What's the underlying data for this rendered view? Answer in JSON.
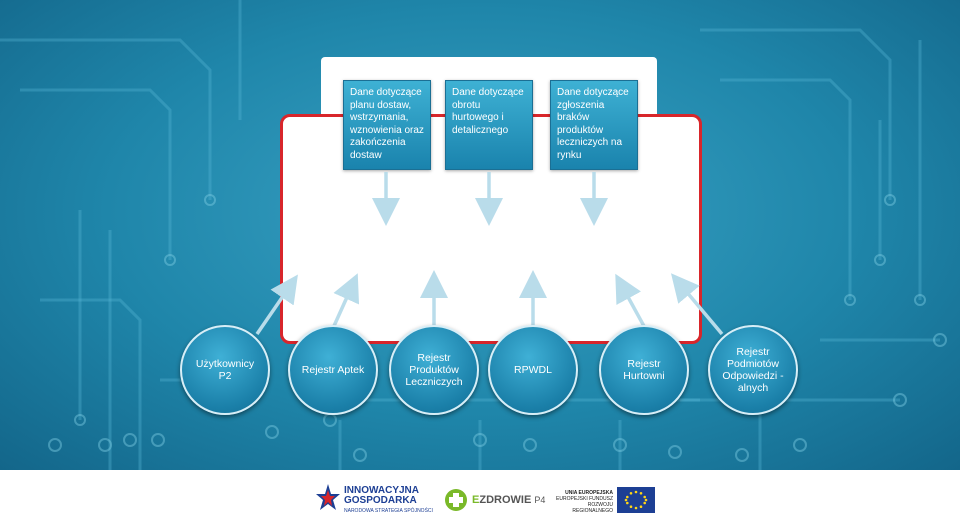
{
  "top_boxes": [
    {
      "text": "Dane dotyczące planu dostaw, wstrzymania, wznowienia oraz zakończenia dostaw"
    },
    {
      "text": "Dane dotyczące obrotu hurtowego i detalicznego"
    },
    {
      "text": "Dane dotyczące zgłoszenia braków produktów leczniczych na rynku"
    }
  ],
  "nodes": [
    {
      "text": "Użytkownicy P2"
    },
    {
      "text": "Rejestr Aptek"
    },
    {
      "text": "Rejestr Produktów Leczniczych"
    },
    {
      "text": "RPWDL"
    },
    {
      "text": "Rejestr Hurtowni"
    },
    {
      "text": "Rejestr Podmiotów Odpowiedzi -alnych"
    }
  ],
  "footer": {
    "innowacyjna_line1": "INNOWACYJNA",
    "innowacyjna_line2": "GOSPODARKA",
    "innowacyjna_sub": "NARODOWA STRATEGIA SPÓJNOŚCI",
    "ezdrowie_e": "E",
    "ezdrowie_rest": "ZDROWIE",
    "ezdrowie_p4": "P4",
    "ue_line1": "UNIA EUROPEJSKA",
    "ue_line2": "EUROPEJSKI FUNDUSZ",
    "ue_line3": "ROZWOJU REGIONALNEGO"
  },
  "colors": {
    "background": "#1f86aa",
    "box_fill": "#2a9cc4",
    "panel_border": "#d8262b",
    "ezdrowie_green": "#7ab929",
    "eu_blue": "#1d3f94"
  }
}
